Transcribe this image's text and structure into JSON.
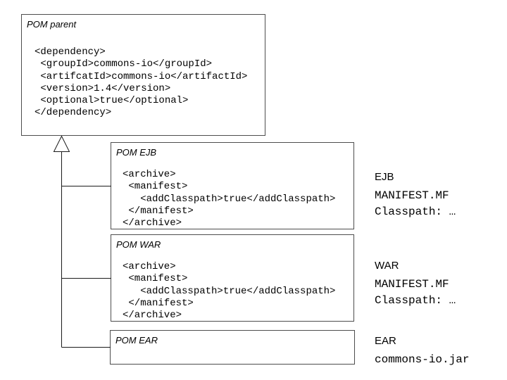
{
  "diagram": {
    "parent": {
      "title": "POM parent",
      "code": "<dependency>\n <groupId>commons-io</groupId>\n <artifcatId>commons-io</artifactId>\n <version>1.4</version>\n <optional>true</optional>\n</dependency>"
    },
    "children": [
      {
        "title": "POM EJB",
        "code": "<archive>\n <manifest>\n   <addClasspath>true</addClasspath>\n </manifest>\n</archive>"
      },
      {
        "title": "POM WAR",
        "code": "<archive>\n <manifest>\n   <addClasspath>true</addClasspath>\n </manifest>\n</archive>"
      },
      {
        "title": "POM EAR",
        "code": ""
      }
    ],
    "side_labels": [
      {
        "heading": "EJB",
        "line1": "MANIFEST.MF",
        "line2": "Classpath: …"
      },
      {
        "heading": "WAR",
        "line1": "MANIFEST.MF",
        "line2": "Classpath: …"
      },
      {
        "heading": "EAR",
        "line1": "commons-io.jar",
        "line2": ""
      }
    ],
    "colors": {
      "background": "#ffffff",
      "box_border": "#4d4d4d",
      "connector": "#1a1a1a",
      "text": "#000000"
    }
  }
}
